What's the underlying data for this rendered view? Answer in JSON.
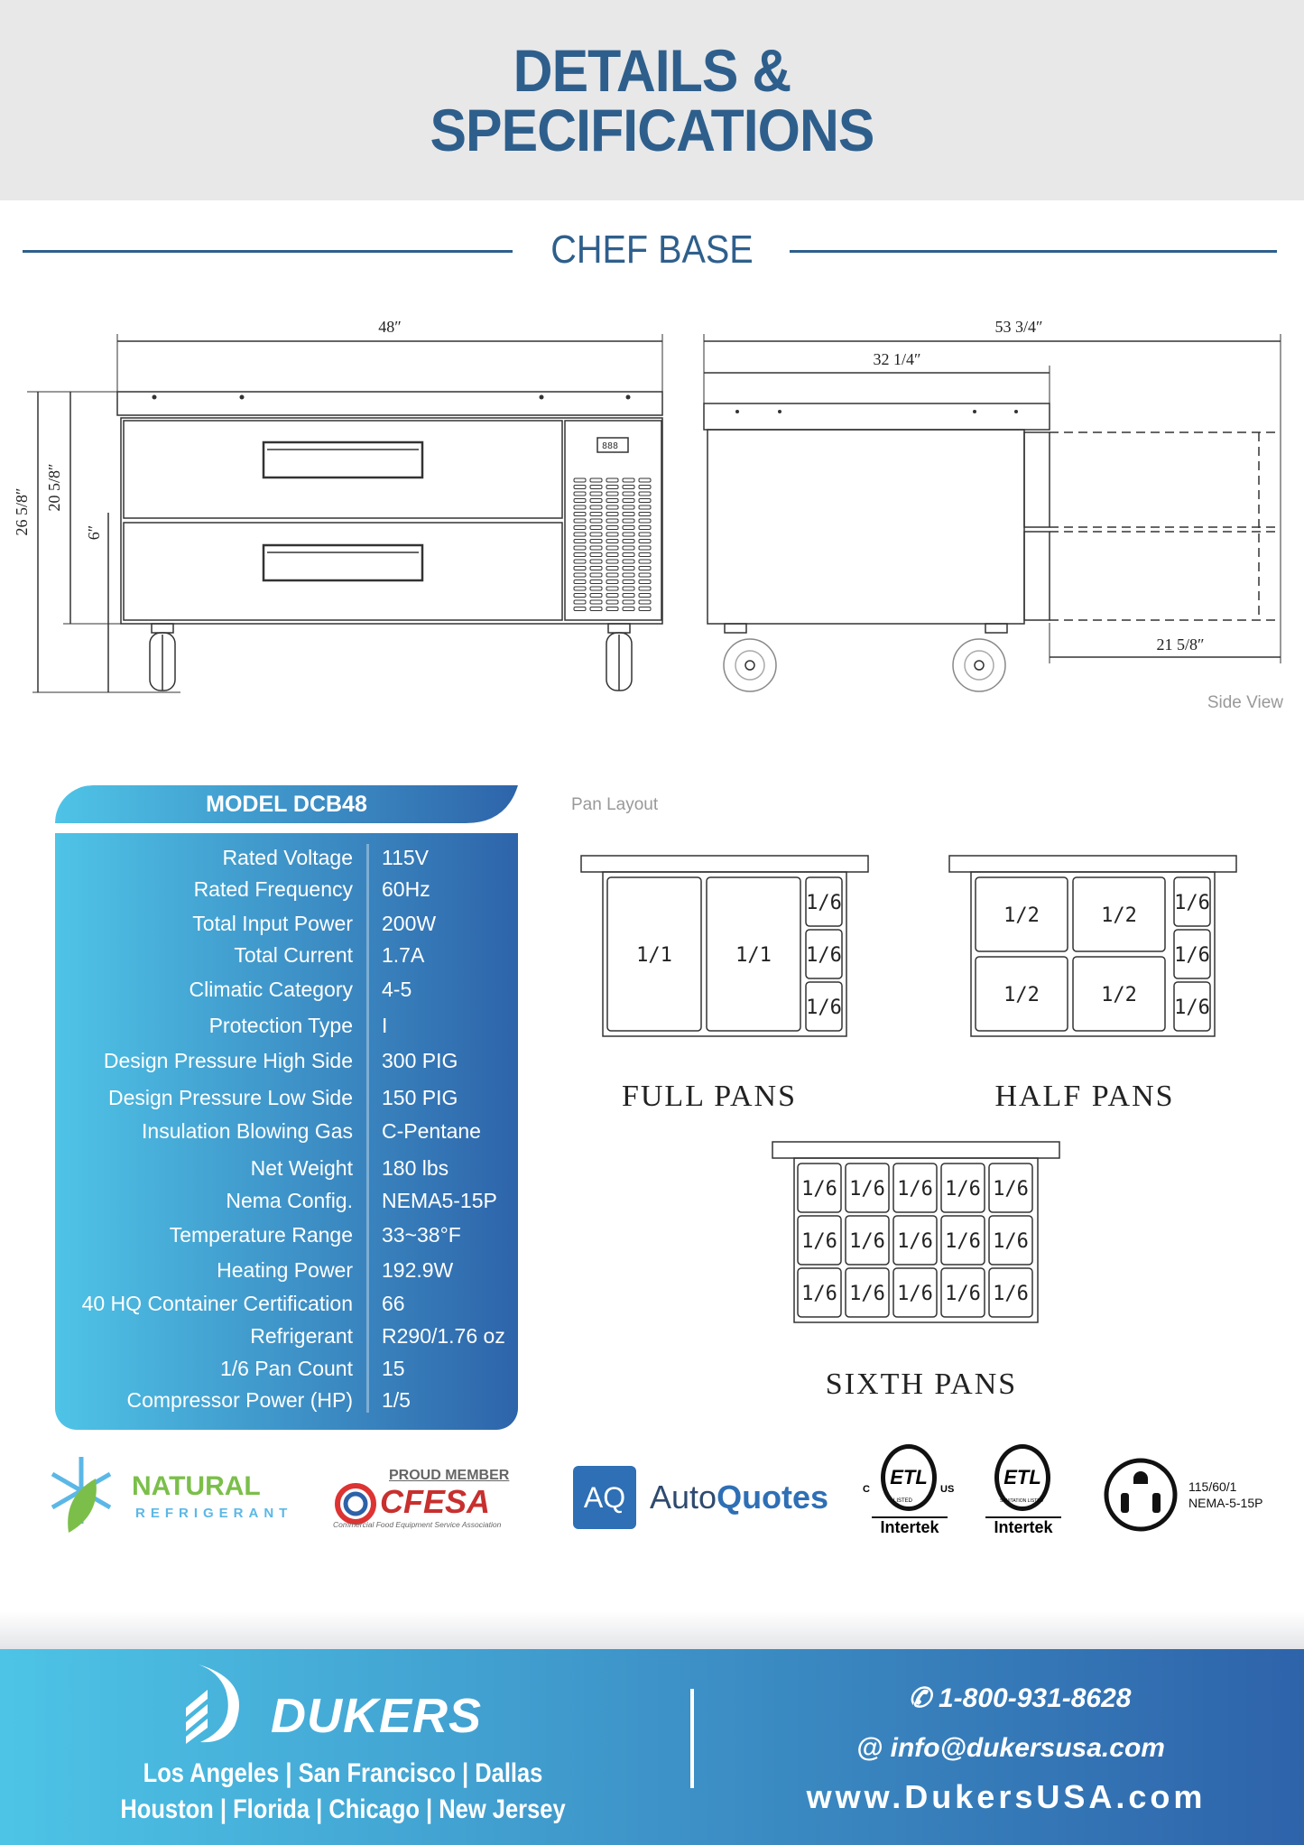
{
  "header": {
    "title_line1": "DETAILS &",
    "title_line2": "SPECIFICATIONS"
  },
  "section_title": "CHEF BASE",
  "drawing": {
    "front_width": "48″",
    "total_height": "26 5/8″",
    "body_height": "20 5/8″",
    "leg_height": "6″",
    "side_depth_total": "53 3/4″",
    "side_depth": "32 1/4″",
    "drawer_extension": "21 5/8″",
    "display_readout": "888",
    "side_view_label": "Side View"
  },
  "model": {
    "title": "MODEL DCB48",
    "specs": [
      {
        "label": "Rated  Voltage",
        "value": "115V"
      },
      {
        "label": "Rated  Frequency",
        "value": "60Hz"
      },
      {
        "label": "Total Input Power",
        "value": "200W"
      },
      {
        "label": "Total Current",
        "value": "1.7A"
      },
      {
        "label": "Climatic Category",
        "value": "4-5"
      },
      {
        "label": "Protection Type",
        "value": "I"
      },
      {
        "label": "Design Pressure High Side",
        "value": "300 PIG"
      },
      {
        "label": "Design Pressure Low Side",
        "value": "150 PIG"
      },
      {
        "label": "Insulation Blowing Gas",
        "value": "C-Pentane"
      },
      {
        "label": "Net Weight",
        "value": "180 lbs"
      },
      {
        "label": "Nema Config.",
        "value": "NEMA5-15P"
      },
      {
        "label": "Temperature Range",
        "value": "33~38°F"
      },
      {
        "label": "Heating Power",
        "value": "192.9W"
      },
      {
        "label": "40 HQ Container Certification",
        "value": "66"
      },
      {
        "label": "Refrigerant",
        "value": "R290/1.76 oz"
      },
      {
        "label": "1/6 Pan Count",
        "value": "15"
      },
      {
        "label": "Compressor Power (HP)",
        "value": "1/5"
      }
    ]
  },
  "pan_layout": {
    "label": "Pan Layout",
    "full": {
      "title": "FULL PANS",
      "large": [
        "1/1",
        "1/1"
      ],
      "side": [
        "1/6",
        "1/6",
        "1/6"
      ]
    },
    "half": {
      "title": "HALF PANS",
      "large": [
        "1/2",
        "1/2",
        "1/2",
        "1/2"
      ],
      "side": [
        "1/6",
        "1/6",
        "1/6"
      ]
    },
    "sixth": {
      "title": "SIXTH PANS",
      "cell": "1/6",
      "rows": 3,
      "cols": 5
    }
  },
  "certifications": {
    "natural_1": "NATURAL",
    "natural_2": "REFRIGERANT",
    "cfesa_top": "PROUD MEMBER",
    "cfesa_name": "CFESA",
    "cfesa_sub": "Commercial Food Equipment Service Association",
    "aq_badge": "AQ",
    "aq_name_1": "Auto",
    "aq_name_2": "Quotes",
    "etl_mark": "ETL",
    "etl_c": "C",
    "etl_us": "US",
    "etl1_listed": "LISTED",
    "etl2_listed": "SANITATION LISTED",
    "intertek": "Intertek",
    "plug_line1": "115/60/1",
    "plug_line2": "NEMA-5-15P"
  },
  "footer": {
    "brand": "DUKERS",
    "cities_line1": "Los Angeles | San Francisco | Dallas",
    "cities_line2": "Houston | Florida | Chicago | New Jersey",
    "phone": "1-800-931-8628",
    "email": "info@dukersusa.com",
    "website": "www.DukersUSA.com"
  },
  "colors": {
    "title": "#2e5f8c",
    "gradient_start": "#4fc4e7",
    "gradient_end": "#2e64aa"
  }
}
